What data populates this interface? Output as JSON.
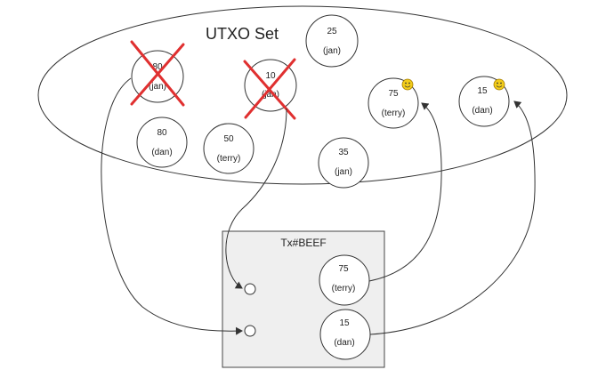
{
  "utxo_set": {
    "title": "UTXO Set",
    "coins": [
      {
        "id": "coin-80-jan",
        "amount": "80",
        "owner": "(jan)",
        "spent": true,
        "smiley": false
      },
      {
        "id": "coin-10-jan",
        "amount": "10",
        "owner": "(jan)",
        "spent": true,
        "smiley": false
      },
      {
        "id": "coin-25-jan",
        "amount": "25",
        "owner": "(jan)",
        "spent": false,
        "smiley": false
      },
      {
        "id": "coin-75-terry",
        "amount": "75",
        "owner": "(terry)",
        "spent": false,
        "smiley": true
      },
      {
        "id": "coin-15-dan",
        "amount": "15",
        "owner": "(dan)",
        "spent": false,
        "smiley": true
      },
      {
        "id": "coin-80-dan",
        "amount": "80",
        "owner": "(dan)",
        "spent": false,
        "smiley": false
      },
      {
        "id": "coin-50-terry",
        "amount": "50",
        "owner": "(terry)",
        "spent": false,
        "smiley": false
      },
      {
        "id": "coin-35-jan",
        "amount": "35",
        "owner": "(jan)",
        "spent": false,
        "smiley": false
      }
    ]
  },
  "transaction": {
    "title": "Tx#BEEF",
    "outputs": [
      {
        "id": "out-75-terry",
        "amount": "75",
        "owner": "(terry)"
      },
      {
        "id": "out-15-dan",
        "amount": "15",
        "owner": "(dan)"
      }
    ]
  },
  "colors": {
    "stroke": "#333333",
    "cross": "#e03030",
    "box_fill": "#efefef",
    "smiley": "#f2cc1a"
  },
  "icons": {
    "spent_mark": "red-x-cross-icon",
    "new_coin_mark": "smiley-face-icon"
  }
}
